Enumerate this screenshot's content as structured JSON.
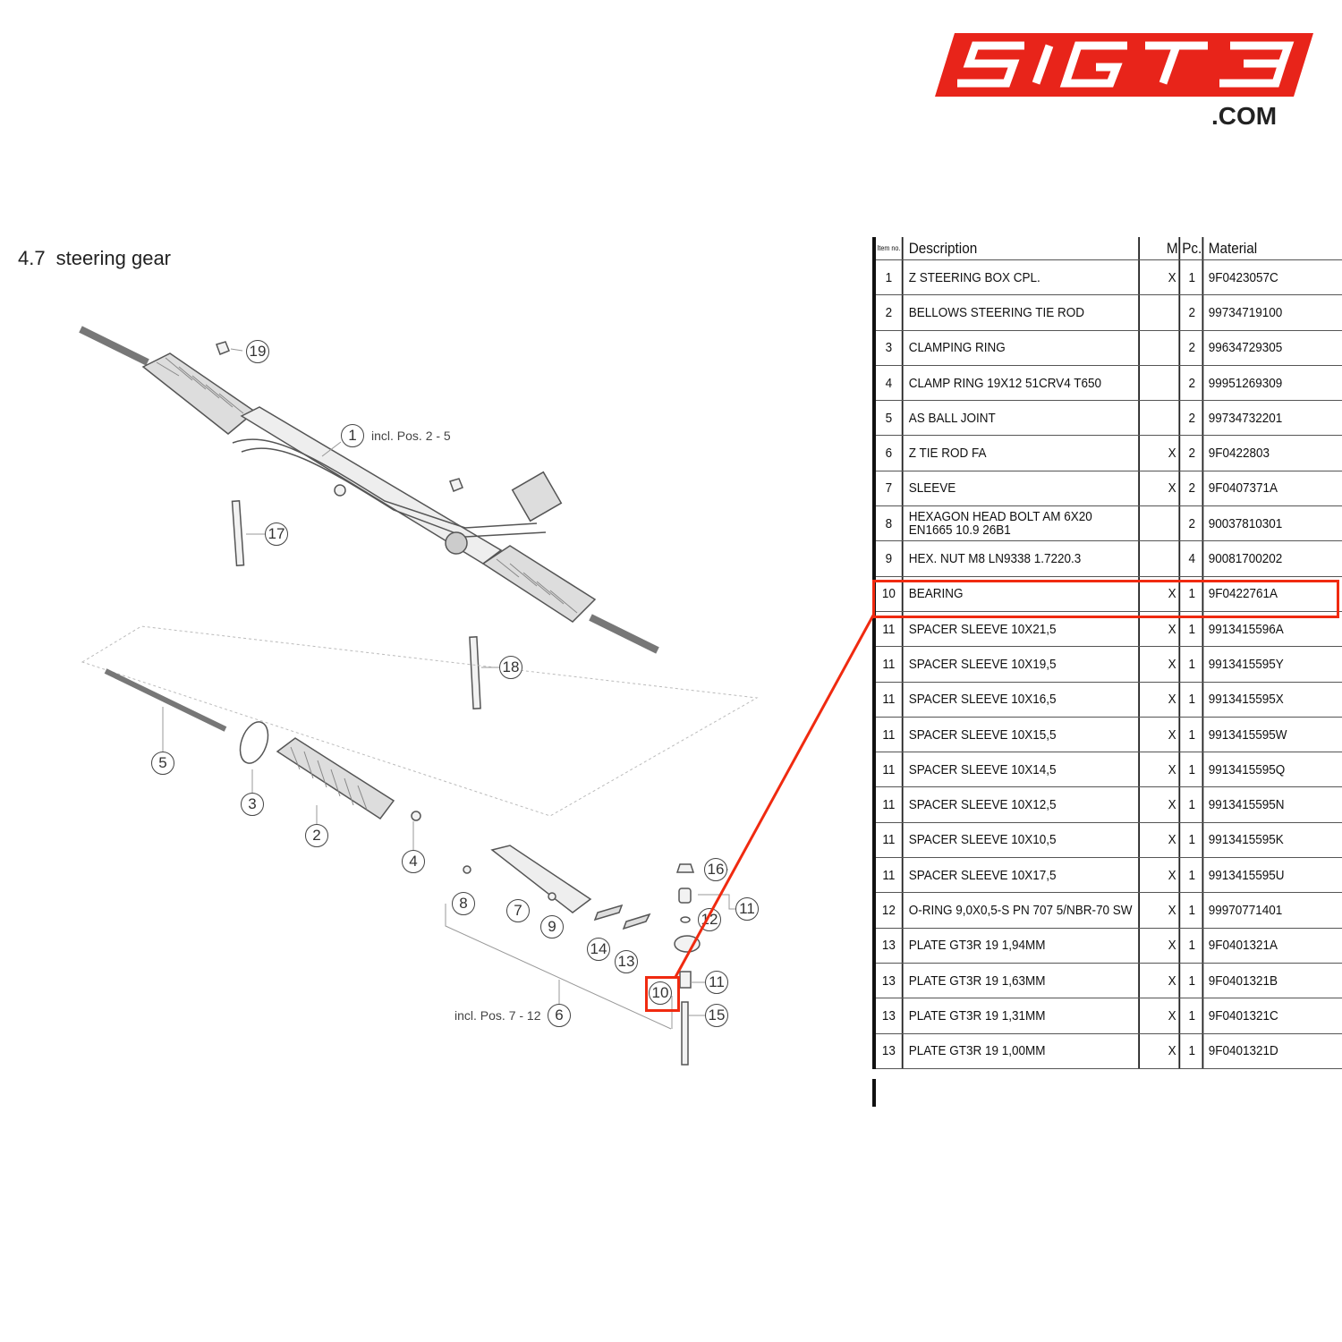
{
  "logo": {
    "text": "5IGT3",
    "suffix": ".COM",
    "color": "#e8241a"
  },
  "page": {
    "section_number": "4.7",
    "section_title": "steering gear"
  },
  "diagram": {
    "callouts": [
      "19",
      "1",
      "17",
      "18",
      "5",
      "3",
      "2",
      "4",
      "8",
      "7",
      "9",
      "14",
      "13",
      "16",
      "11",
      "12",
      "11",
      "10",
      "15",
      "6"
    ],
    "notes": {
      "assembly_1": "incl. Pos. 2 - 5",
      "assembly_6": "incl. Pos. 7 - 12"
    },
    "highlight_color": "#f02a10",
    "highlighted_item": "10"
  },
  "table": {
    "headers": {
      "item": "Item no.",
      "description": "Description",
      "m": "M",
      "pc": "Pc.",
      "material": "Material"
    },
    "rows": [
      {
        "item": "1",
        "description": "Z STEERING BOX CPL.",
        "m": "X",
        "pc": "1",
        "material": "9F0423057C"
      },
      {
        "item": "2",
        "description": "BELLOWS STEERING TIE ROD",
        "m": "",
        "pc": "2",
        "material": "99734719100"
      },
      {
        "item": "3",
        "description": "CLAMPING RING",
        "m": "",
        "pc": "2",
        "material": "99634729305"
      },
      {
        "item": "4",
        "description": "CLAMP RING 19X12 51CRV4 T650",
        "m": "",
        "pc": "2",
        "material": "99951269309"
      },
      {
        "item": "5",
        "description": "AS BALL JOINT",
        "m": "",
        "pc": "2",
        "material": "99734732201"
      },
      {
        "item": "6",
        "description": "Z TIE ROD FA",
        "m": "X",
        "pc": "2",
        "material": "9F0422803"
      },
      {
        "item": "7",
        "description": "SLEEVE",
        "m": "X",
        "pc": "2",
        "material": "9F0407371A"
      },
      {
        "item": "8",
        "description": "HEXAGON HEAD BOLT AM 6X20 EN1665 10.9 26B1",
        "m": "",
        "pc": "2",
        "material": "90037810301"
      },
      {
        "item": "9",
        "description": "HEX. NUT M8 LN9338 1.7220.3",
        "m": "",
        "pc": "4",
        "material": "90081700202"
      },
      {
        "item": "10",
        "description": "BEARING",
        "m": "X",
        "pc": "1",
        "material": "9F0422761A"
      },
      {
        "item": "11",
        "description": "SPACER SLEEVE 10X21,5",
        "m": "X",
        "pc": "1",
        "material": "9913415596A"
      },
      {
        "item": "11",
        "description": "SPACER SLEEVE 10X19,5",
        "m": "X",
        "pc": "1",
        "material": "9913415595Y"
      },
      {
        "item": "11",
        "description": "SPACER SLEEVE 10X16,5",
        "m": "X",
        "pc": "1",
        "material": "9913415595X"
      },
      {
        "item": "11",
        "description": "SPACER SLEEVE 10X15,5",
        "m": "X",
        "pc": "1",
        "material": "9913415595W"
      },
      {
        "item": "11",
        "description": "SPACER SLEEVE 10X14,5",
        "m": "X",
        "pc": "1",
        "material": "9913415595Q"
      },
      {
        "item": "11",
        "description": "SPACER SLEEVE 10X12,5",
        "m": "X",
        "pc": "1",
        "material": "9913415595N"
      },
      {
        "item": "11",
        "description": "SPACER SLEEVE 10X10,5",
        "m": "X",
        "pc": "1",
        "material": "9913415595K"
      },
      {
        "item": "11",
        "description": "SPACER SLEEVE 10X17,5",
        "m": "X",
        "pc": "1",
        "material": "9913415595U"
      },
      {
        "item": "12",
        "description": "O-RING 9,0X0,5-S PN 707 5/NBR-70 SW",
        "m": "X",
        "pc": "1",
        "material": "99970771401"
      },
      {
        "item": "13",
        "description": "PLATE GT3R 19 1,94MM",
        "m": "X",
        "pc": "1",
        "material": "9F0401321A"
      },
      {
        "item": "13",
        "description": "PLATE GT3R 19 1,63MM",
        "m": "X",
        "pc": "1",
        "material": "9F0401321B"
      },
      {
        "item": "13",
        "description": "PLATE GT3R 19 1,31MM",
        "m": "X",
        "pc": "1",
        "material": "9F0401321C"
      },
      {
        "item": "13",
        "description": "PLATE GT3R 19 1,00MM",
        "m": "X",
        "pc": "1",
        "material": "9F0401321D"
      }
    ]
  }
}
